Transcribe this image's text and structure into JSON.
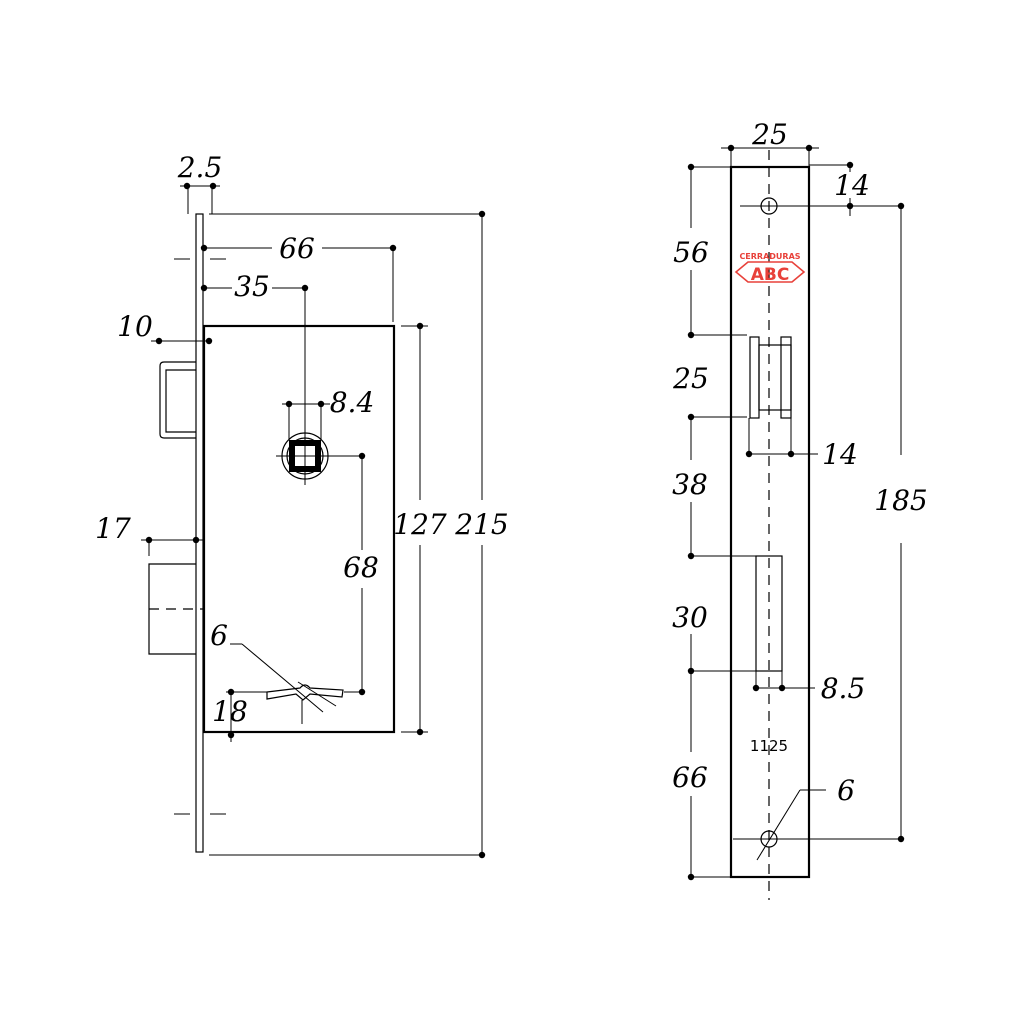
{
  "side_view": {
    "dims": {
      "faceplate_thickness": "2.5",
      "backset_to_case": "66",
      "backset_to_follower": "35",
      "latch_offset": "10",
      "follower_square": "8.4",
      "bolt_offset": "17",
      "center_distance": "68",
      "key_hole": "6",
      "key_offset": "18",
      "case_height": "127",
      "faceplate_height": "215"
    }
  },
  "front_view": {
    "dims": {
      "plate_width": "25",
      "screw_inset": "14",
      "top_to_latch": "56",
      "latch_height": "25",
      "latch_width": "14",
      "latch_to_bolt": "38",
      "bolt_height": "30",
      "bolt_width": "8.5",
      "bolt_to_bottom": "66",
      "screw_distance": "185",
      "screw_hole": "6"
    },
    "logo": {
      "top_text": "CERRADURAS",
      "main_text": "ABC",
      "color": "#e8413a"
    },
    "model_number": "1125"
  }
}
